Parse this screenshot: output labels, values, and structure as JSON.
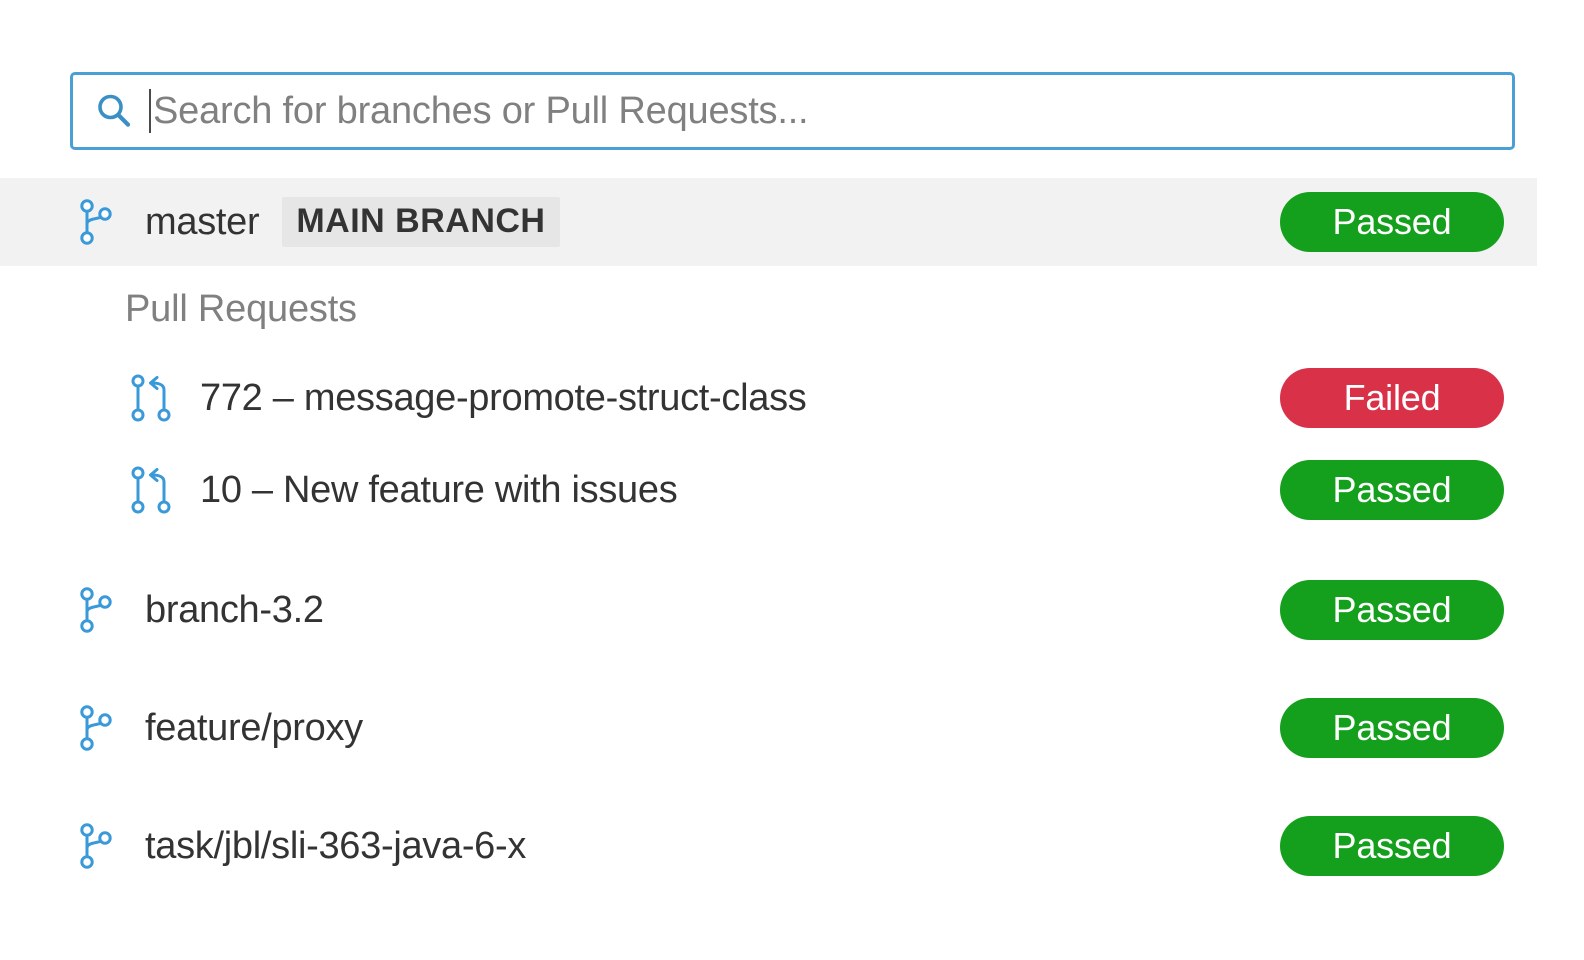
{
  "search": {
    "icon": "search-icon",
    "placeholder": "Search for branches or Pull Requests...",
    "value": "",
    "border_color": "#4a9fd4",
    "caret_visible": true
  },
  "colors": {
    "accent_blue": "#4a9fd4",
    "icon_blue": "#4a9fd4",
    "passed_green": "#14a01c",
    "failed_red": "#d93148",
    "row_highlight": "#f2f2f2",
    "badge_bg": "#e6e6e6",
    "text_dark": "#333333",
    "text_muted": "#808080"
  },
  "main_branch": {
    "icon": "git-branch-icon",
    "name": "master",
    "badge": "MAIN BRANCH",
    "status": "Passed",
    "status_type": "passed",
    "highlighted": true
  },
  "pull_requests_group": {
    "header": "Pull Requests",
    "items": [
      {
        "icon": "git-pull-request-icon",
        "label": "772 – message-promote-struct-class",
        "number": "772",
        "title": "message-promote-struct-class",
        "status": "Failed",
        "status_type": "failed"
      },
      {
        "icon": "git-pull-request-icon",
        "label": "10 – New feature with issues",
        "number": "10",
        "title": "New feature with issues",
        "status": "Passed",
        "status_type": "passed"
      }
    ]
  },
  "branches": [
    {
      "icon": "git-branch-icon",
      "name": "branch-3.2",
      "status": "Passed",
      "status_type": "passed"
    },
    {
      "icon": "git-branch-icon",
      "name": "feature/proxy",
      "status": "Passed",
      "status_type": "passed"
    },
    {
      "icon": "git-branch-icon",
      "name": "task/jbl/sli-363-java-6-x",
      "status": "Passed",
      "status_type": "passed"
    }
  ]
}
